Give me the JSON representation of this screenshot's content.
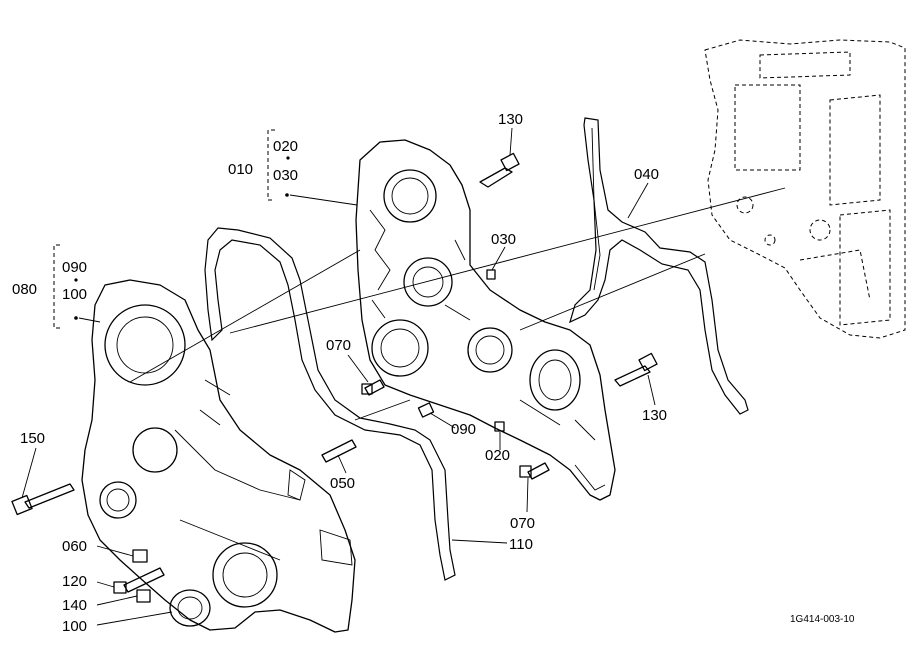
{
  "callouts": {
    "c010": "010",
    "c020a": "020",
    "c030a": "030",
    "c080": "080",
    "c090a": "090",
    "c100a": "100",
    "c130a": "130",
    "c040": "040",
    "c030b": "030",
    "c070a": "070",
    "c090b": "090",
    "c020b": "020",
    "c130b": "130",
    "c150": "150",
    "c050": "050",
    "c070b": "070",
    "c110": "110",
    "c060": "060",
    "c120": "120",
    "c140": "140",
    "c100b": "100"
  },
  "reference_code": "1G414-003-10"
}
